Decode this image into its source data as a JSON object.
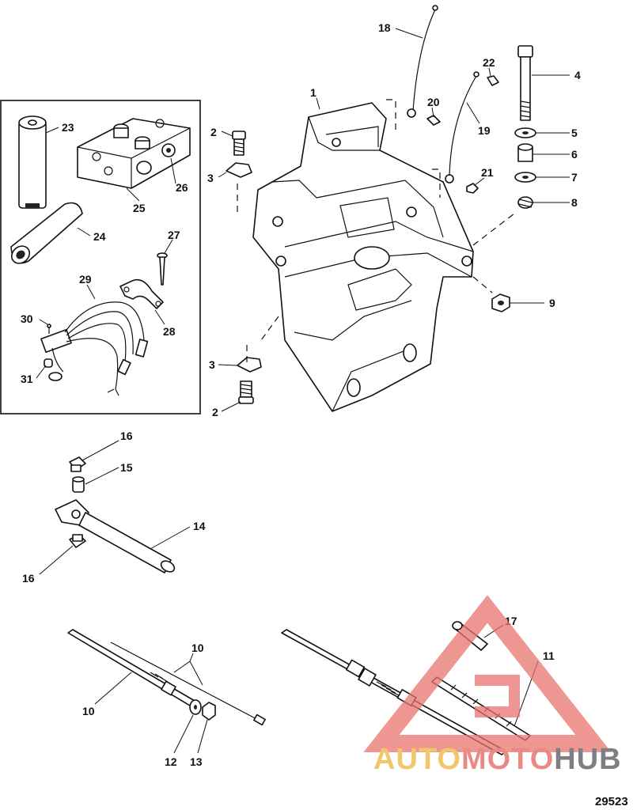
{
  "diagram": {
    "labels": [
      "1",
      "2",
      "3",
      "4",
      "5",
      "6",
      "7",
      "8",
      "9",
      "10",
      "11",
      "12",
      "13",
      "14",
      "15",
      "16",
      "17",
      "18",
      "19",
      "20",
      "21",
      "22",
      "23",
      "24",
      "25",
      "26",
      "27",
      "28",
      "29",
      "30",
      "31"
    ],
    "figure_number": "29523"
  },
  "watermark": {
    "part1": "AUTO",
    "part2": "MOTO",
    "part3": "HUB",
    "color_light": "#f2c76b",
    "color_mid": "#e98a86",
    "color_dark": "#7d7f84",
    "triangle_color": "#e8736e"
  }
}
